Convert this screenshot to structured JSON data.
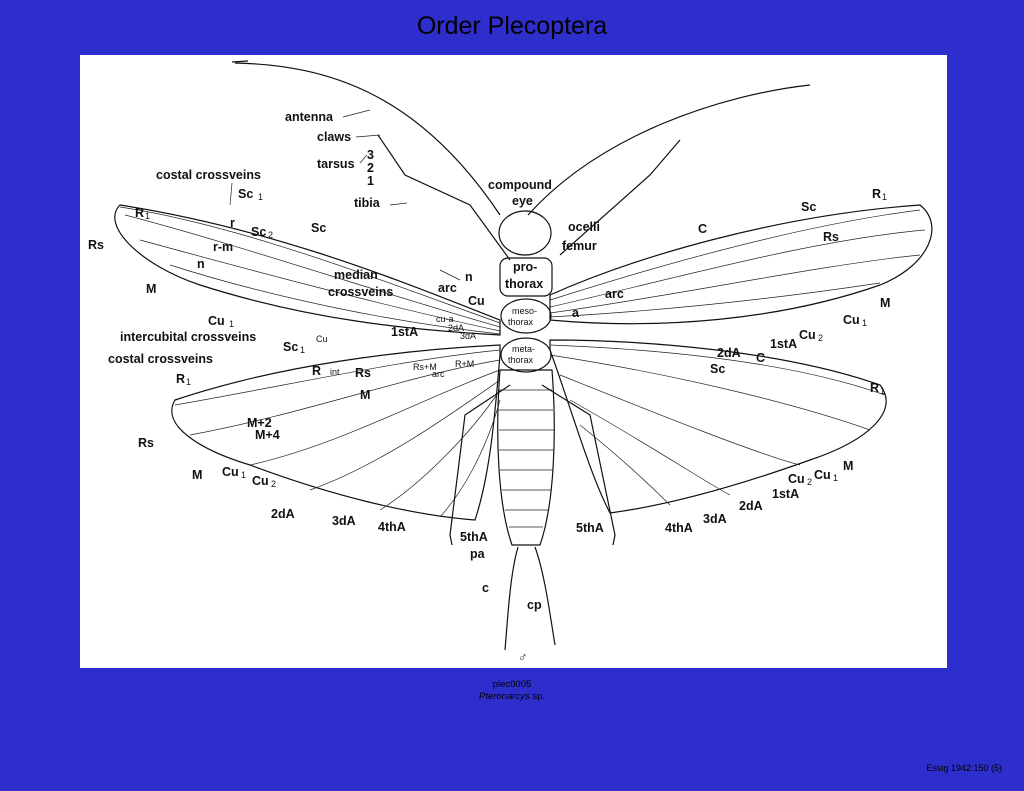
{
  "title": "Order Plecoptera",
  "caption": {
    "code": "plec0005",
    "genus": "Pteronarcys",
    "species_suffix": " sp."
  },
  "source": "Essig 1942:150 (5)",
  "diagram_labels": {
    "antenna": "antenna",
    "claws": "claws",
    "tarsus": "tarsus",
    "tarsus_3": "3",
    "tarsus_2": "2",
    "tarsus_1": "1",
    "tibia": "tibia",
    "compound_eye_1": "compound",
    "compound_eye_2": "eye",
    "ocelli": "ocelli",
    "femur": "femur",
    "costal_crossveins_top": "costal crossveins",
    "costal_crossveins_mid": "costal crossveins",
    "sc1_top": "Sc",
    "sc2": "Sc",
    "sc_top": "Sc",
    "r1_left": "R",
    "rs_left": "Rs",
    "r": "r",
    "r_m": "r-m",
    "n_left": "n",
    "m_left": "M",
    "median_crossveins_1": "median",
    "median_crossveins_2": "crossveins",
    "cu1_left": "Cu",
    "intercubital": "intercubital crossveins",
    "n_center": "n",
    "arc_center": "arc",
    "cu_center": "Cu",
    "first_a_center": "1stA",
    "cu_a": "cu-a",
    "second_a_center": "2dA",
    "third_a_center": "3dA",
    "cu2_center": "Cu",
    "sc1_mid": "Sc",
    "r1_hw": "R",
    "r1_int": "R",
    "int": "int",
    "rs_hw": "Rs",
    "rs_m": "Rs+M",
    "r_m_center": "R+M",
    "arc_hw": "arc",
    "m_hw": "M",
    "m1_2": "M+2",
    "m1_4": "M+4",
    "rs_hw_left": "Rs",
    "m_hw_left": "M",
    "cu1_hw_left": "Cu",
    "cu2_hw_left": "Cu",
    "second_a_bottom": "2dA",
    "third_a_bottom": "3dA",
    "fourth_a_left": "4thA",
    "fifth_a_left": "5thA",
    "pa": "pa",
    "c": "c",
    "cp": "cp",
    "male_symbol": "♂",
    "pro_thorax_1": "pro-",
    "pro_thorax_2": "thorax",
    "meso_thorax_1": "meso-",
    "meso_thorax_2": "thorax",
    "meta_thorax_1": "meta-",
    "meta_thorax_2": "thorax",
    "c_right": "C",
    "sc_right": "Sc",
    "r1_right": "R",
    "rs_right": "Rs",
    "arc_right": "arc",
    "a_right": "a",
    "m_right": "M",
    "cu1_right": "Cu",
    "cu2_right": "Cu",
    "first_a_right": "1stA",
    "second_a_right": "2dA",
    "c_hw_right": "C",
    "sc_hw_right": "Sc",
    "r1_hw_right": "R",
    "m_hw_right": "M",
    "cu1_hw_right": "Cu",
    "cu2_hw_right": "Cu",
    "first_a_hw_right": "1stA",
    "second_a_hw_right": "2dA",
    "third_a_hw_right": "3dA",
    "fourth_a_right": "4thA",
    "fifth_a_right": "5thA",
    "sub_1": "1",
    "sub_2": "2"
  }
}
